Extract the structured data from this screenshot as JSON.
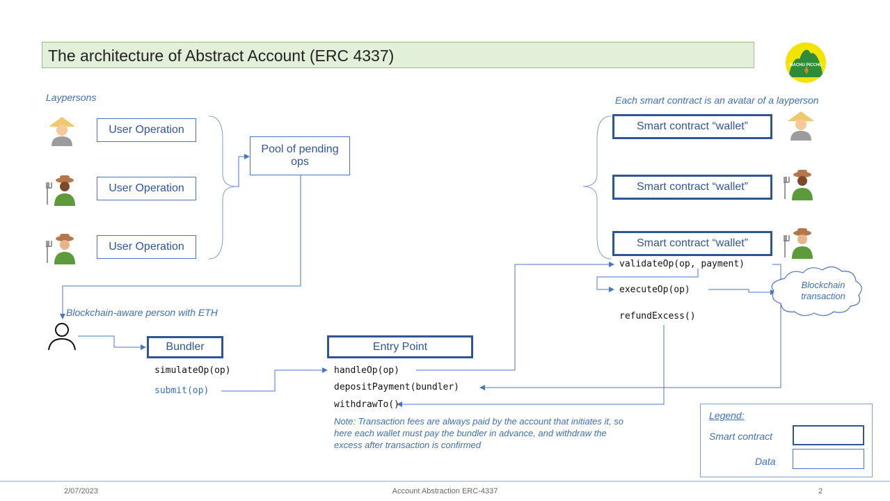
{
  "title": "The architecture of Abstract Account (ERC 4337)",
  "logo_text": "MACHU PICCHU",
  "labels": {
    "laypersons": "Laypersons",
    "avatar_note": "Each smart contract is an avatar of a layperson",
    "blockchain_person": "Blockchain-aware person with ETH"
  },
  "user_operations": [
    "User Operation",
    "User Operation",
    "User Operation"
  ],
  "pool": "Pool of pending ops",
  "wallets": [
    "Smart contract “wallet”",
    "Smart contract “wallet”",
    "Smart contract “wallet”"
  ],
  "wallet_functions": [
    "validateOp(op, payment)",
    "executeOp(op)",
    "refundExcess()"
  ],
  "blockchain_tx": "Blockchain transaction",
  "bundler": {
    "label": "Bundler",
    "functions": [
      "simulateOp(op)",
      "submit(op)"
    ]
  },
  "entry_point": {
    "label": "Entry Point",
    "functions": [
      "handleOp(op)",
      "depositPayment(bundler)",
      "withdrawTo()"
    ]
  },
  "note": "Note: Transaction fees are always paid by the account that initiates it, so here each wallet must pay the bundler in advance, and withdraw the excess after transaction is confirmed",
  "legend": {
    "title": "Legend:",
    "smart_contract": "Smart contract",
    "data": "Data"
  },
  "footer": {
    "date": "2/07/2023",
    "center": "Account Abstraction ERC-4337",
    "page": "2"
  },
  "colors": {
    "accent": "#2f5597",
    "line": "#4a74c4",
    "title_bg": "#e2efd9",
    "logo": "#f2e400"
  },
  "icons": [
    "asian-farmer-icon",
    "farmer-woman-dark-icon",
    "farmer-woman-light-icon",
    "person-outline-icon"
  ]
}
